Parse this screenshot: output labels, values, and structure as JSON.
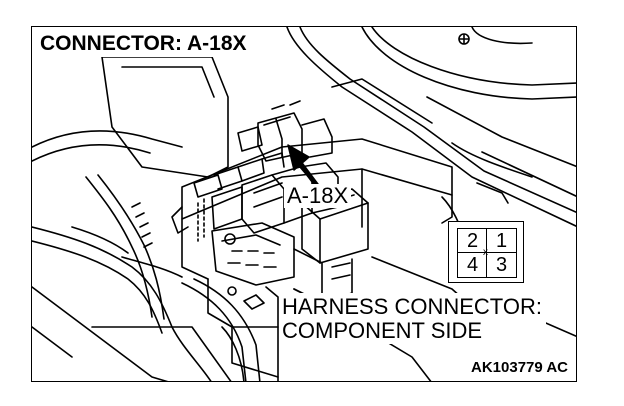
{
  "title": "CONNECTOR: A-18X",
  "callout": "A-18X",
  "harness_label": {
    "line1": "HARNESS CONNECTOR:",
    "line2": "COMPONENT SIDE"
  },
  "figure_code": "AK103779 AC",
  "pins": {
    "top_left": "2",
    "top_right": "1",
    "bottom_left": "4",
    "bottom_right": "3",
    "center_mark": "x"
  },
  "colors": {
    "line": "#000000",
    "background": "#ffffff"
  }
}
